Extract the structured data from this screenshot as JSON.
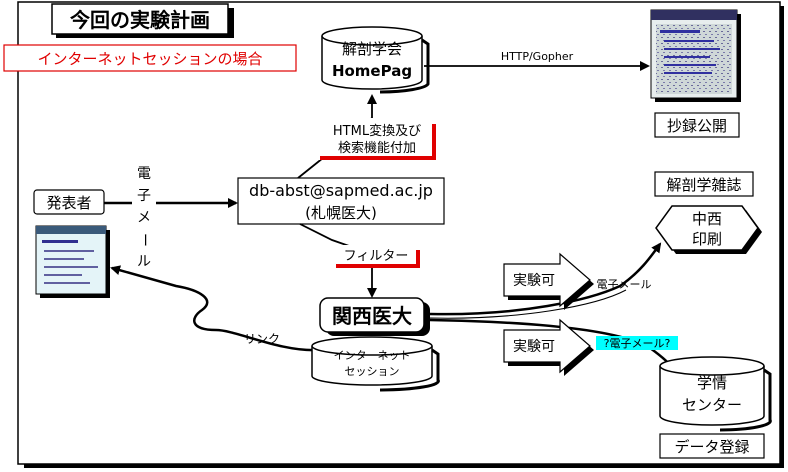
{
  "title": "今回の実験計画",
  "subtitle": "インターネットセッションの場合",
  "nodes": {
    "homepage_line1": "解剖学会",
    "homepage_line2": "HomePag",
    "publish": "抄録公開",
    "presenter": "発表者",
    "server_line1": "db-abst@sapmed.ac.jp",
    "server_line2": "(札幌医大)",
    "journal": "解剖学雑誌",
    "printer_line1": "中西",
    "printer_line2": "印刷",
    "kansai": "関西医大",
    "session_line1": "インターネット",
    "session_line2": "セッション",
    "center_line1": "学情",
    "center_line2": "センター",
    "data_reg": "データ登録"
  },
  "labels": {
    "http": "HTTP/Gopher",
    "html_conv_1": "HTML変換及び",
    "html_conv_2": "検索機能付加",
    "email_vertical": [
      "電",
      "子",
      "メ",
      "ー",
      "ル"
    ],
    "filter": "フィルター",
    "link": "リンク",
    "exp_ok_1": "実験可",
    "exp_ok_2": "実験可",
    "email_small": "電子メール",
    "email_q": "?電子メール?"
  },
  "colors": {
    "red": "#e00000",
    "cyan": "#00ffff",
    "shadow": "#000000"
  },
  "icons": [
    "screenshot-thumbnail-icon",
    "webpage-thumbnail-icon"
  ]
}
